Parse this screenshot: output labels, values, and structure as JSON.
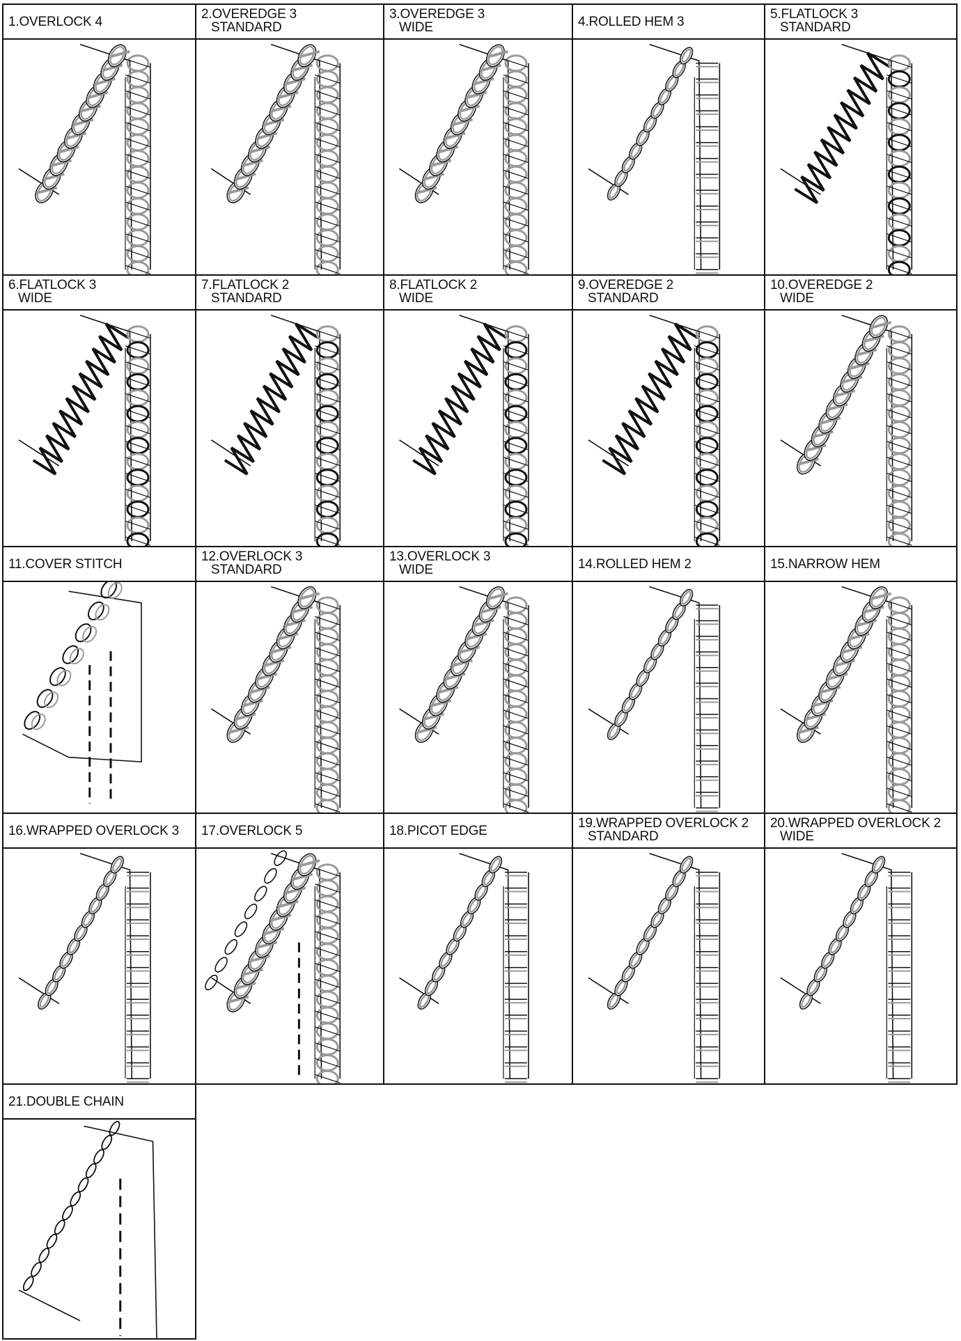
{
  "stitches": [
    {
      "line1": "1.OVERLOCK 4",
      "line2": "",
      "variant": "overlock",
      "icon": "overlock-4-stitch-icon"
    },
    {
      "line1": "2.OVEREDGE 3",
      "line2": "STANDARD",
      "variant": "overlock",
      "icon": "overedge-3-standard-stitch-icon"
    },
    {
      "line1": "3.OVEREDGE 3",
      "line2": "WIDE",
      "variant": "overlock",
      "icon": "overedge-3-wide-stitch-icon"
    },
    {
      "line1": "4.ROLLED HEM 3",
      "line2": "",
      "variant": "rolled",
      "icon": "rolled-hem-3-stitch-icon"
    },
    {
      "line1": "5.FLATLOCK 3",
      "line2": "STANDARD",
      "variant": "flatlock",
      "icon": "flatlock-3-standard-stitch-icon"
    },
    {
      "line1": "6.FLATLOCK 3",
      "line2": "WIDE",
      "variant": "flatlock",
      "icon": "flatlock-3-wide-stitch-icon"
    },
    {
      "line1": "7.FLATLOCK 2",
      "line2": "STANDARD",
      "variant": "flatlock",
      "icon": "flatlock-2-standard-stitch-icon"
    },
    {
      "line1": "8.FLATLOCK 2",
      "line2": "WIDE",
      "variant": "flatlock",
      "icon": "flatlock-2-wide-stitch-icon"
    },
    {
      "line1": "9.OVEREDGE 2",
      "line2": "STANDARD",
      "variant": "flatlock",
      "icon": "overedge-2-standard-stitch-icon"
    },
    {
      "line1": "10.OVEREDGE 2",
      "line2": "WIDE",
      "variant": "overedge2",
      "icon": "overedge-2-wide-stitch-icon"
    },
    {
      "line1": "11.COVER STITCH",
      "line2": "",
      "variant": "cover",
      "icon": "cover-stitch-icon"
    },
    {
      "line1": "12.OVERLOCK 3",
      "line2": "STANDARD",
      "variant": "overlock",
      "icon": "overlock-3-standard-stitch-icon"
    },
    {
      "line1": "13.OVERLOCK 3",
      "line2": "WIDE",
      "variant": "overlock",
      "icon": "overlock-3-wide-stitch-icon"
    },
    {
      "line1": "14.ROLLED HEM 2",
      "line2": "",
      "variant": "wrapped",
      "icon": "rolled-hem-2-stitch-icon"
    },
    {
      "line1": "15.NARROW HEM",
      "line2": "",
      "variant": "overlock",
      "icon": "narrow-hem-stitch-icon"
    },
    {
      "line1": "16.WRAPPED OVERLOCK 3",
      "line2": "",
      "variant": "wrapped",
      "icon": "wrapped-overlock-3-stitch-icon"
    },
    {
      "line1": "17.OVERLOCK 5",
      "line2": "",
      "variant": "overlock5",
      "icon": "overlock-5-stitch-icon"
    },
    {
      "line1": "18.PICOT EDGE",
      "line2": "",
      "variant": "rolled",
      "icon": "picot-edge-stitch-icon"
    },
    {
      "line1": "19.WRAPPED OVERLOCK 2",
      "line2": "STANDARD",
      "variant": "wrapped",
      "icon": "wrapped-overlock-2-standard-stitch-icon"
    },
    {
      "line1": "20.WRAPPED OVERLOCK 2",
      "line2": "WIDE",
      "variant": "wrapped",
      "icon": "wrapped-overlock-2-wide-stitch-icon"
    },
    {
      "line1": "21.DOUBLE CHAIN",
      "line2": "",
      "variant": "chain",
      "icon": "double-chain-stitch-icon"
    }
  ],
  "colors": {
    "line": "#111111",
    "thread_gray": "#9a9a9a",
    "thread_dark": "#111111",
    "paper": "#ffffff"
  }
}
